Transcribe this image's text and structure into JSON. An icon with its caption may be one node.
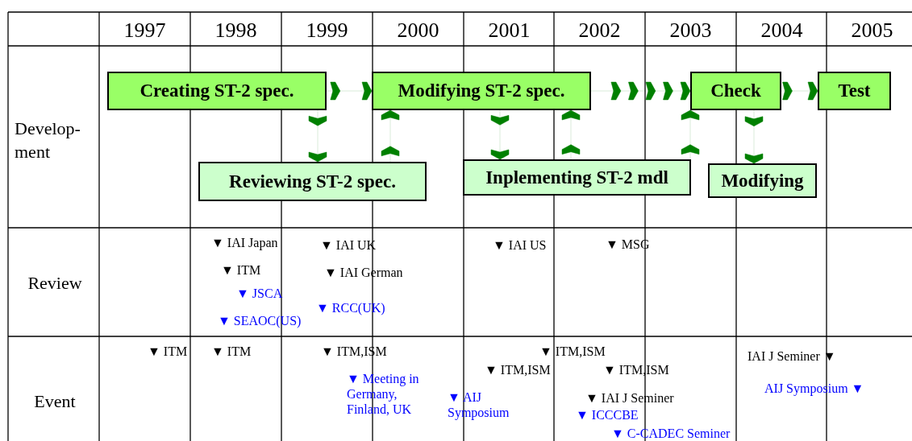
{
  "diagram": {
    "nodes": [
      {
        "text": [
          "Creating ST-2 spec."
        ]
      },
      {
        "text": [
          "Modifying ST-2 spec."
        ]
      },
      {
        "text": [
          "Check"
        ]
      },
      {
        "text": [
          "Test"
        ]
      },
      {
        "text": [
          "Reviewing ST-2 spec."
        ]
      },
      {
        "text": [
          "Inplementing ST-2 mdl"
        ]
      },
      {
        "text": [
          "Modifying"
        ]
      }
    ],
    "edges": [
      {
        "from": 0,
        "to": 1,
        "arrow": "to"
      },
      {
        "from": 1,
        "to": 2,
        "arrow": "to"
      },
      {
        "from": 2,
        "to": 3,
        "arrow": "to"
      },
      {
        "from": 0,
        "to": 4,
        "arrow": "to"
      },
      {
        "from": 4,
        "to": 1,
        "arrow": "to"
      },
      {
        "from": 1,
        "to": 5,
        "arrow": "to"
      },
      {
        "from": 5,
        "to": 1,
        "arrow": "to"
      },
      {
        "from": 5,
        "to": 2,
        "arrow": "to"
      },
      {
        "from": 2,
        "to": 6,
        "arrow": "to"
      }
    ],
    "labels": [
      "1997",
      "1998",
      "1999",
      "2000",
      "2001",
      "2002",
      "2003",
      "2004",
      "2005",
      "Develop-ment",
      "Review",
      "Event",
      "▼ IAI Japan",
      "▼ IAI UK",
      "▼ IAI US",
      "▼ MSG",
      "▼ ITM",
      "▼ IAI German",
      "▼ JSCA",
      "▼ RCC(UK)",
      "▼ SEAOC(US)",
      "▼ ITM",
      "▼ ITM",
      "▼ ITM,ISM",
      "▼ ITM,ISM",
      "IAI J Seminer ▼",
      "▼ ITM,ISM",
      "▼ ITM,ISM",
      "▼ Meeting in Germany, Finland, UK",
      "AIJ Symposium ▼",
      "▼ AIJ Symposium",
      "▼ IAI J Seminer",
      "▼ ICCCBE",
      "▼ C-CADEC Seminer"
    ]
  }
}
